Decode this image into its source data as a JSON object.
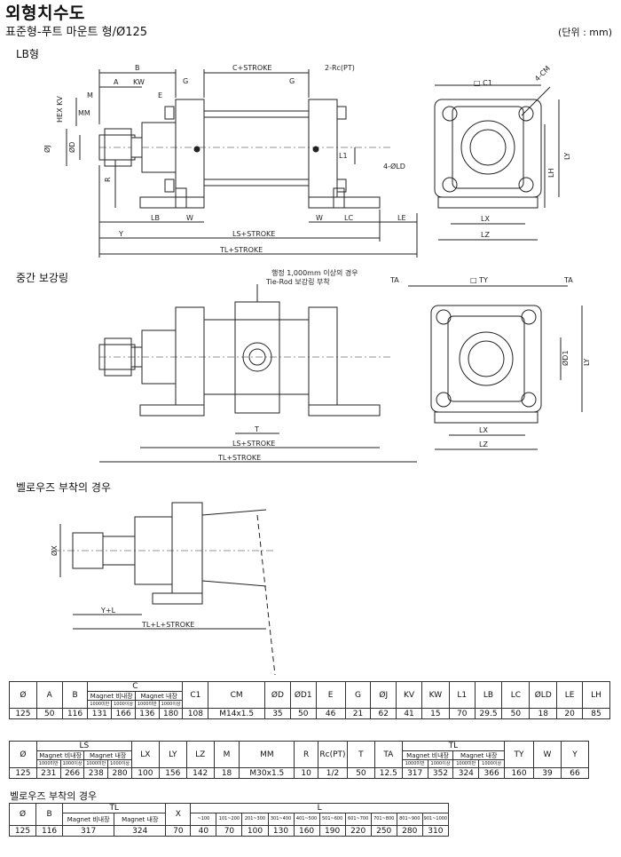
{
  "header": {
    "title": "외형치수도",
    "subtitle": "표준형-푸트 마운트 형/Ø125",
    "unit": "(단위 : mm)"
  },
  "sections": {
    "lb": "LB형",
    "mid": "중간 보강링",
    "bellows": "벨로우즈 부착의 경우"
  },
  "drawing_labels": {
    "B": "B",
    "A": "A",
    "KW": "KW",
    "M": "M",
    "E": "E",
    "MM": "MM",
    "HEXKV": "HEX KV",
    "OJ": "ØJ",
    "OD": "ØD",
    "R": "R",
    "G": "G",
    "C_STROKE": "C+STROKE",
    "RC": "2-Rc(PT)",
    "L1": "L1",
    "LD": "4-ØLD",
    "CM": "4-CM",
    "C1": "□ C1",
    "LY": "LY",
    "LH": "LH",
    "LX": "LX",
    "LZ": "LZ",
    "Y": "Y",
    "LB": "LB",
    "W": "W",
    "LC": "LC",
    "LE": "LE",
    "LS_STROKE": "LS+STROKE",
    "TL_STROKE": "TL+STROKE",
    "note1": "행정 1,000mm 이상의 경우",
    "note2": "Tie-Rod 보강링 부착",
    "TA": "TA",
    "TY": "□ TY",
    "OD1": "ØD1",
    "T": "T",
    "OX": "ØX",
    "YL": "Y+L",
    "TLL": "TL+L+STROKE"
  },
  "table1": {
    "headers": [
      "Ø",
      "A",
      "B",
      "C",
      "C1",
      "CM",
      "ØD",
      "ØD1",
      "E",
      "G",
      "ØJ",
      "KV",
      "KW",
      "L1",
      "LB",
      "LC",
      "ØLD",
      "LE",
      "LH"
    ],
    "c_sub": [
      "Magnet 비내장",
      "Magnet 내장"
    ],
    "c_sub2": [
      "1000미만",
      "1000이상",
      "1000미만",
      "1000이상"
    ],
    "row": [
      "125",
      "50",
      "116",
      "131",
      "166",
      "136",
      "180",
      "108",
      "M14x1.5",
      "35",
      "50",
      "46",
      "21",
      "62",
      "41",
      "15",
      "70",
      "29.5",
      "50",
      "18",
      "20",
      "85"
    ]
  },
  "table2": {
    "headers": [
      "Ø",
      "LS",
      "LX",
      "LY",
      "LZ",
      "M",
      "MM",
      "R",
      "Rc(PT)",
      "T",
      "TA",
      "TL",
      "TY",
      "W",
      "Y"
    ],
    "ls_sub": [
      "Magnet 비내장",
      "Magnet 내장"
    ],
    "ls_sub2": [
      "1000미만",
      "1000이상",
      "1000미만",
      "1000이상"
    ],
    "tl_sub": [
      "Magnet 비내장",
      "Magnet 내장"
    ],
    "tl_sub2": [
      "1000미만",
      "1000이상",
      "1000미만",
      "1000이상"
    ],
    "row": [
      "125",
      "231",
      "266",
      "238",
      "280",
      "100",
      "156",
      "142",
      "18",
      "M30x1.5",
      "10",
      "1/2",
      "50",
      "12.5",
      "317",
      "352",
      "324",
      "366",
      "160",
      "39",
      "66"
    ]
  },
  "table3": {
    "headers": [
      "Ø",
      "B",
      "TL",
      "X",
      "L"
    ],
    "tl_sub": [
      "Magnet 비내장",
      "Magnet 내장"
    ],
    "l_sub": [
      "~100",
      "101~200",
      "201~300",
      "301~400",
      "401~500",
      "501~600",
      "601~700",
      "701~800",
      "801~900",
      "901~1000"
    ],
    "row": [
      "125",
      "116",
      "317",
      "324",
      "70",
      "40",
      "70",
      "100",
      "130",
      "160",
      "190",
      "220",
      "250",
      "280",
      "310"
    ]
  }
}
